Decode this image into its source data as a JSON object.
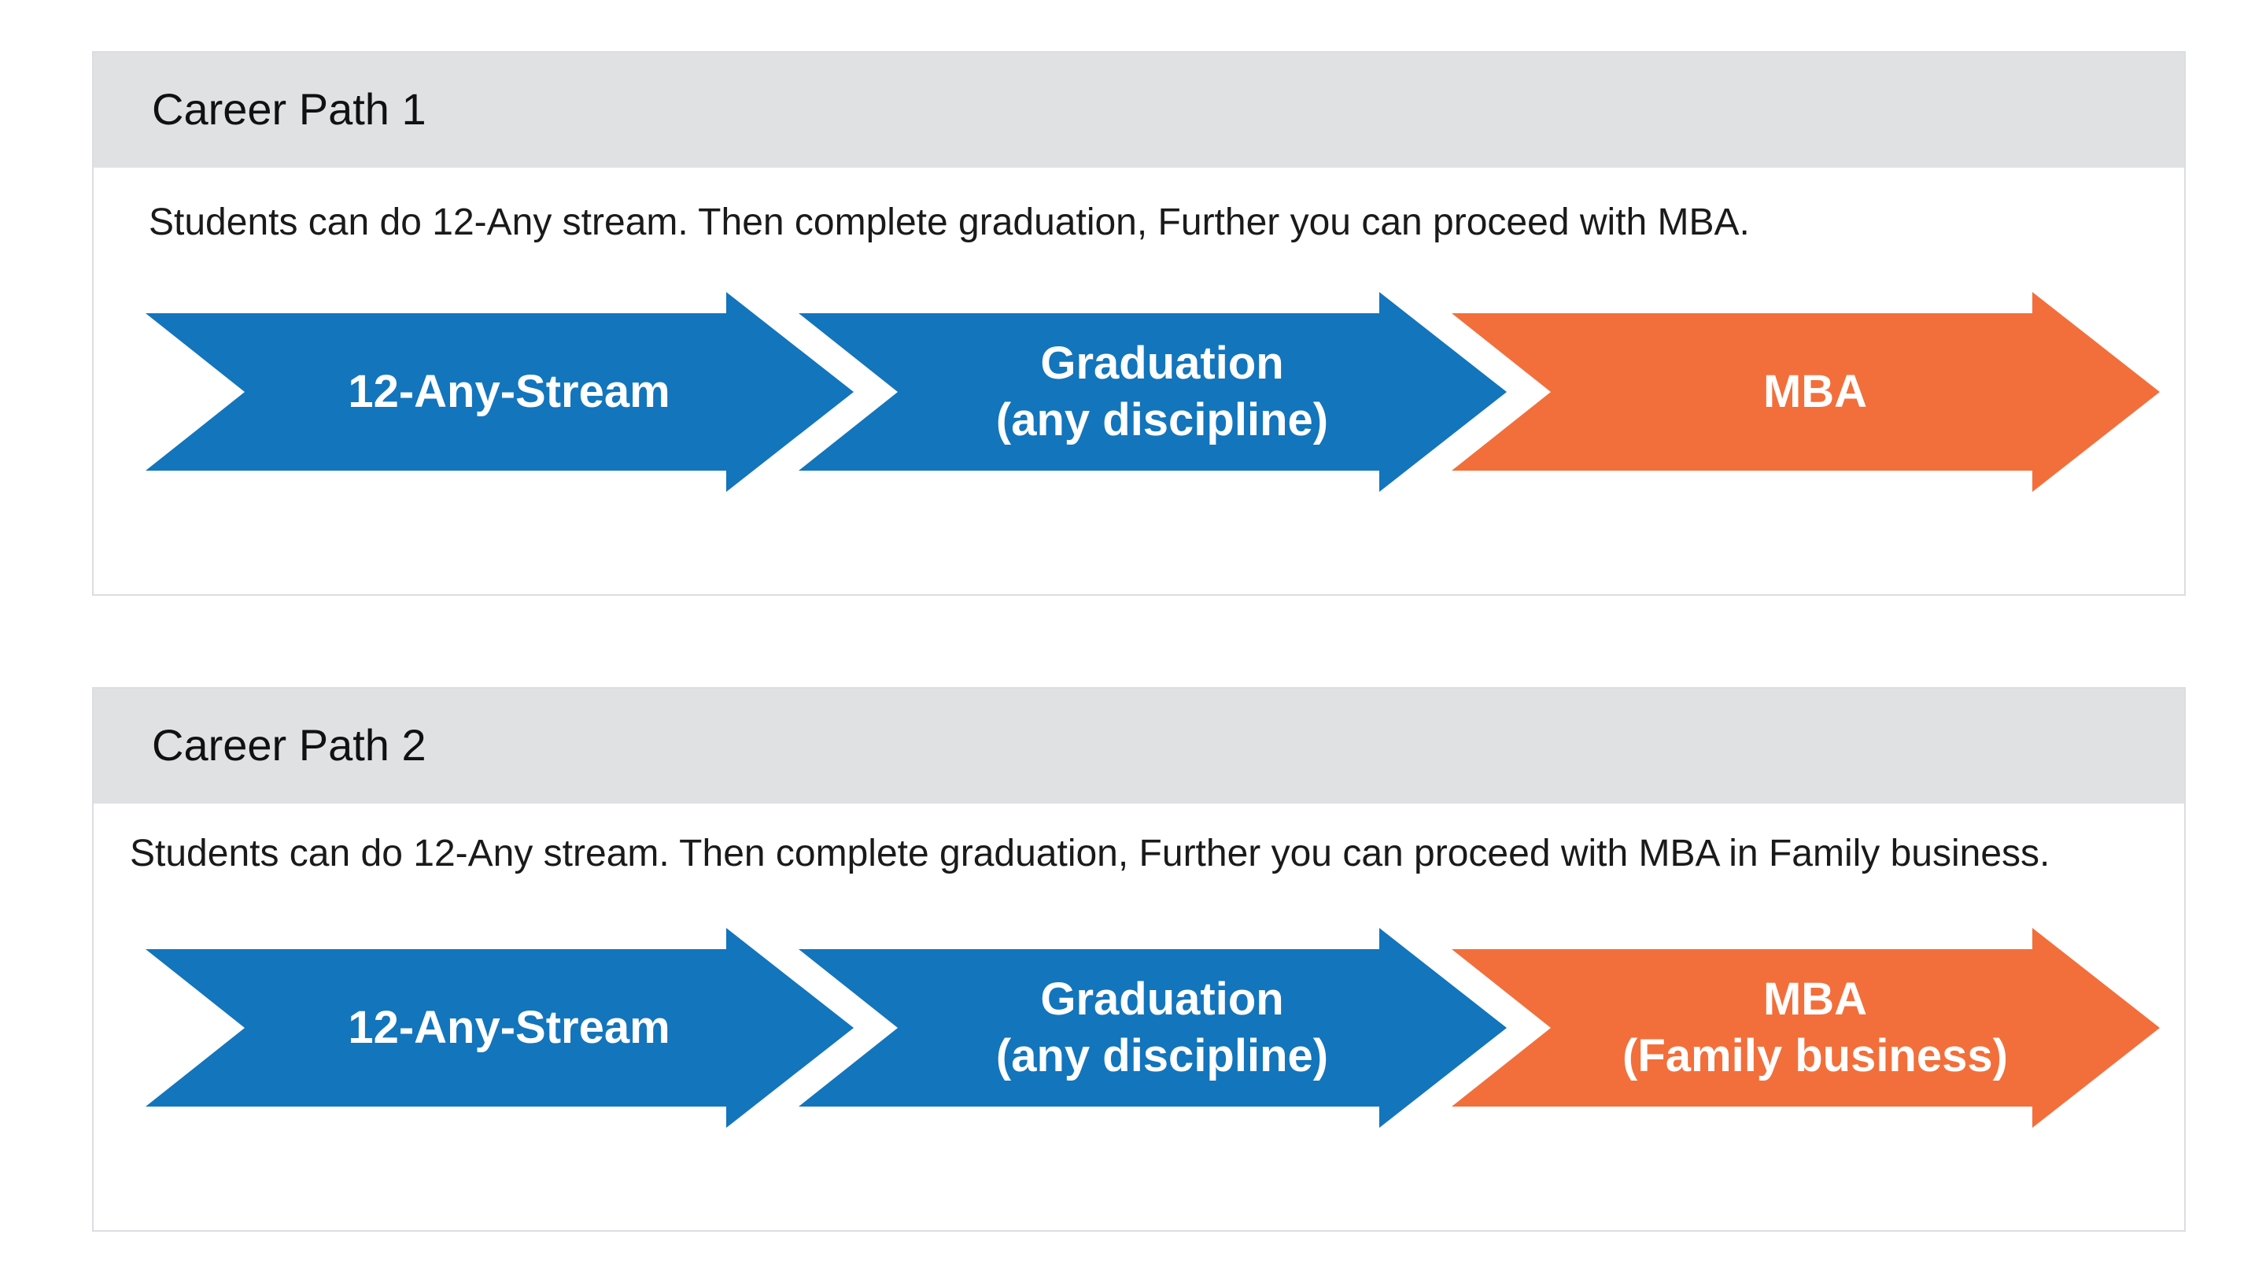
{
  "paths": [
    {
      "title": "Career Path 1",
      "description": "Students can do 12-Any stream. Then complete graduation, Further you can proceed with MBA.",
      "steps": [
        {
          "lines": [
            "12-Any-Stream"
          ],
          "color": "#1375bc"
        },
        {
          "lines": [
            "Graduation",
            "(any discipline)"
          ],
          "color": "#1375bc"
        },
        {
          "lines": [
            "MBA"
          ],
          "color": "#f26f3b"
        }
      ]
    },
    {
      "title": "Career Path 2",
      "description": "Students can do 12-Any stream. Then complete graduation, Further you can proceed with MBA in Family business.",
      "steps": [
        {
          "lines": [
            "12-Any-Stream"
          ],
          "color": "#1375bc"
        },
        {
          "lines": [
            "Graduation",
            "(any discipline)"
          ],
          "color": "#1375bc"
        },
        {
          "lines": [
            "MBA",
            "(Family business)"
          ],
          "color": "#f26f3b"
        }
      ]
    }
  ]
}
